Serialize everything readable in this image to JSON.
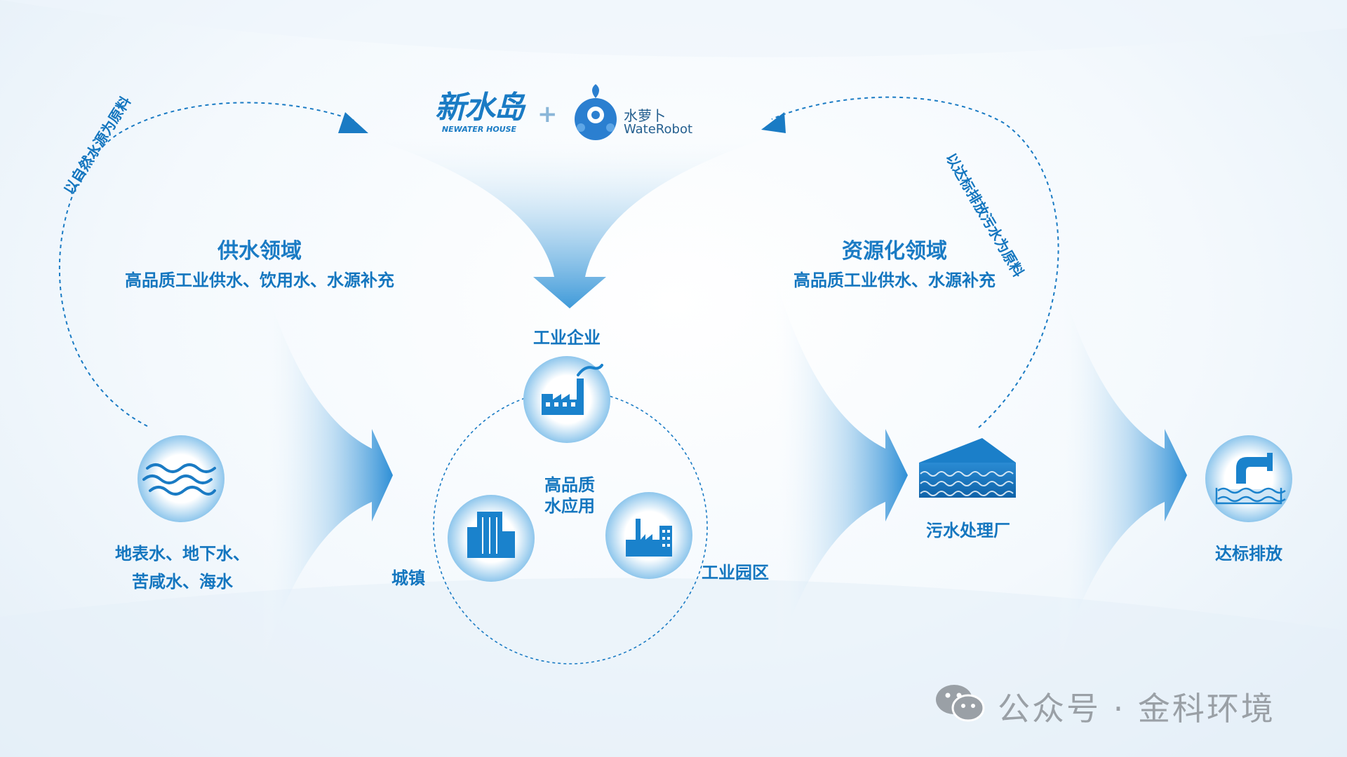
{
  "brand": {
    "logo1_cn": "新水岛",
    "logo1_en": "NEWATER HOUSE",
    "plus": "+",
    "logo2_cn": "水萝卜",
    "logo2_en": "WateRobot"
  },
  "left_arc_text": "以自然水源为原料",
  "right_arc_text": "以达标排放污水为原料",
  "supply": {
    "title": "供水领域",
    "subtitle": "高品质工业供水、饮用水、水源补充"
  },
  "resource": {
    "title": "资源化领域",
    "subtitle": "高品质工业供水、水源补充"
  },
  "source": {
    "line1": "地表水、地下水、",
    "line2": "苦咸水、海水"
  },
  "center": {
    "line1": "高品质",
    "line2": "水应用",
    "top_label": "工业企业",
    "left_label": "城镇",
    "right_label": "工业园区"
  },
  "plant_label": "污水处理厂",
  "discharge_label": "达标排放",
  "watermark": {
    "text": "公众号 · 金科环境"
  },
  "colors": {
    "primary": "#1476bf",
    "arrow": "#3d9ad8",
    "icon_bg": "#1a82cc",
    "watermark": "#9aa0a6"
  }
}
